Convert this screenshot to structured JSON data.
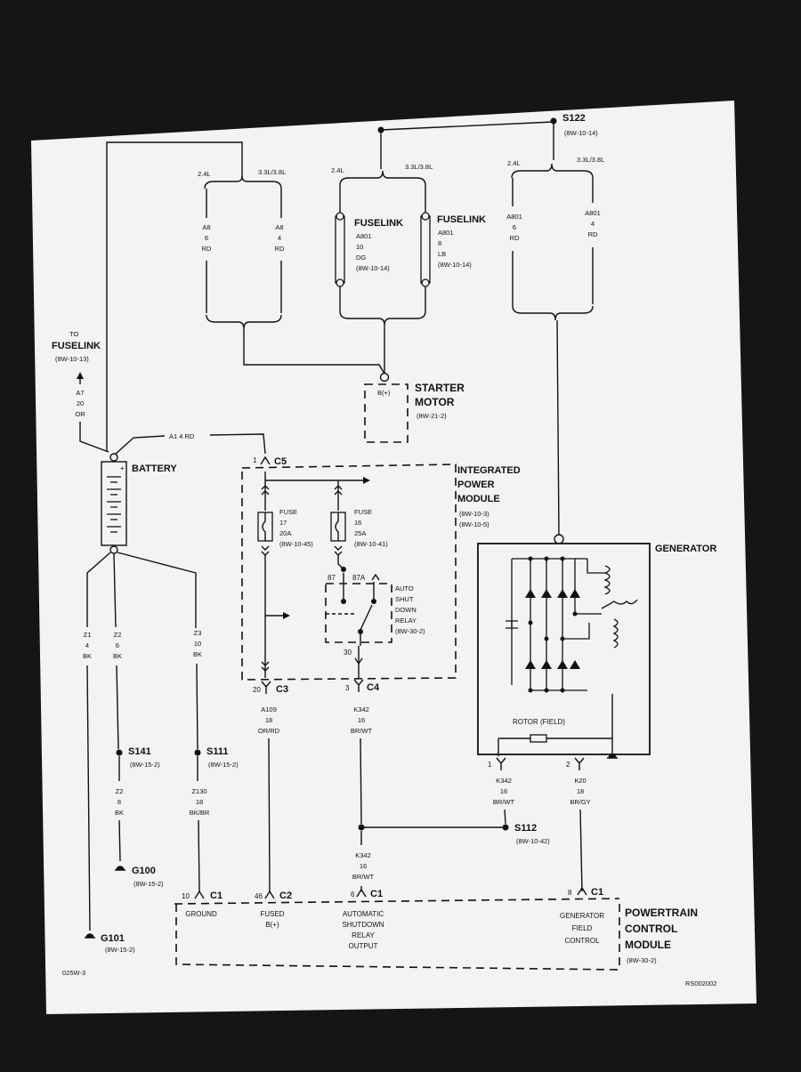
{
  "splices": {
    "s122": {
      "id": "S122",
      "ref": "(8W-10-14)"
    },
    "s141": {
      "id": "S141",
      "ref": "(8W-15-2)"
    },
    "s111": {
      "id": "S111",
      "ref": "(8W-15-2)"
    },
    "s112": {
      "id": "S112",
      "ref": "(8W-10-42)"
    }
  },
  "grounds": {
    "g100": {
      "id": "G100",
      "ref": "(8W-15-2)"
    },
    "g101": {
      "id": "G101",
      "ref": "(8W-15-2)"
    }
  },
  "engines": {
    "e24": "2.4L",
    "e33": "3.3L/3.8L"
  },
  "wires": {
    "a8_6_rd": [
      "A8",
      "6",
      "RD"
    ],
    "a8_4_rd": [
      "A8",
      "4",
      "RD"
    ],
    "a801_6_rd": [
      "A801",
      "6",
      "RD"
    ],
    "a801_4_rd": [
      "A801",
      "4",
      "RD"
    ],
    "a7_20_or": [
      "A7",
      "20",
      "OR"
    ],
    "a1": "A1  4 RD",
    "z1": [
      "Z1",
      "4",
      "BK"
    ],
    "z2": [
      "Z2",
      "6",
      "BK"
    ],
    "z3": [
      "Z3",
      "10",
      "BK"
    ],
    "z2b": [
      "Z2",
      "8",
      "BK"
    ],
    "z130": [
      "Z130",
      "18",
      "BK/BR"
    ],
    "a109": [
      "A109",
      "18",
      "OR/RD"
    ],
    "k342a": [
      "K342",
      "16",
      "BR/WT"
    ],
    "k342b": [
      "K342",
      "16",
      "BR/WT"
    ],
    "k342c": [
      "K342",
      "16",
      "BR/WT"
    ],
    "k20": [
      "K20",
      "18",
      "BR/GY"
    ]
  },
  "fuselinks": {
    "left": {
      "title": "FUSELINK",
      "lines": [
        "A801",
        "10",
        "DG",
        "(8W-10-14)"
      ]
    },
    "right": {
      "title": "FUSELINK",
      "lines": [
        "A801",
        "8",
        "LB",
        "(8W-10-14)"
      ]
    }
  },
  "to_fuselink": {
    "to": "TO",
    "title": "FUSELINK",
    "ref": "(8W-10-13)"
  },
  "starter": {
    "pin": "B(+)",
    "lines": [
      "STARTER",
      "MOTOR"
    ],
    "ref": "(8W-21-2)"
  },
  "battery": {
    "label": "BATTERY",
    "plus": "+"
  },
  "ipm": {
    "lines": [
      "INTEGRATED",
      "POWER",
      "MODULE"
    ],
    "refs": [
      "(8W-10-3)",
      "(8W-10-5)"
    ]
  },
  "fuse17": [
    "FUSE",
    "17",
    "20A",
    "(8W-10-45)"
  ],
  "fuse16": [
    "FUSE",
    "16",
    "25A",
    "(8W-10-41)"
  ],
  "relay": {
    "lines": [
      "AUTO",
      "SHUT",
      "DOWN",
      "RELAY",
      "(8W-30-2)"
    ],
    "p87": "87",
    "p87a": "87A",
    "p30": "30"
  },
  "connectors": {
    "c5": {
      "pin": "1",
      "id": "C5"
    },
    "c3": {
      "pin": "20",
      "id": "C3"
    },
    "c4": {
      "pin": "3",
      "id": "C4"
    },
    "gen1": {
      "pin": "1"
    },
    "gen2": {
      "pin": "2"
    },
    "c1a": {
      "pin": "10",
      "id": "C1"
    },
    "c2": {
      "pin": "46",
      "id": "C2"
    },
    "c1b": {
      "pin": "6",
      "id": "C1"
    },
    "c1c": {
      "pin": "8",
      "id": "C1"
    }
  },
  "generator": {
    "label": "GENERATOR",
    "rotor": "ROTOR (FIELD)"
  },
  "pcm": {
    "lines": [
      "POWERTRAIN",
      "CONTROL",
      "MODULE"
    ],
    "ref": "(8W-30-2)",
    "ground": "GROUND",
    "fused": [
      "FUSED",
      "B(+)"
    ],
    "asd": [
      "AUTOMATIC",
      "SHUTDOWN",
      "RELAY",
      "OUTPUT"
    ],
    "gfc": [
      "GENERATOR",
      "FIELD",
      "CONTROL"
    ]
  },
  "footer": {
    "left": "025W-3",
    "right": "RS002002"
  }
}
